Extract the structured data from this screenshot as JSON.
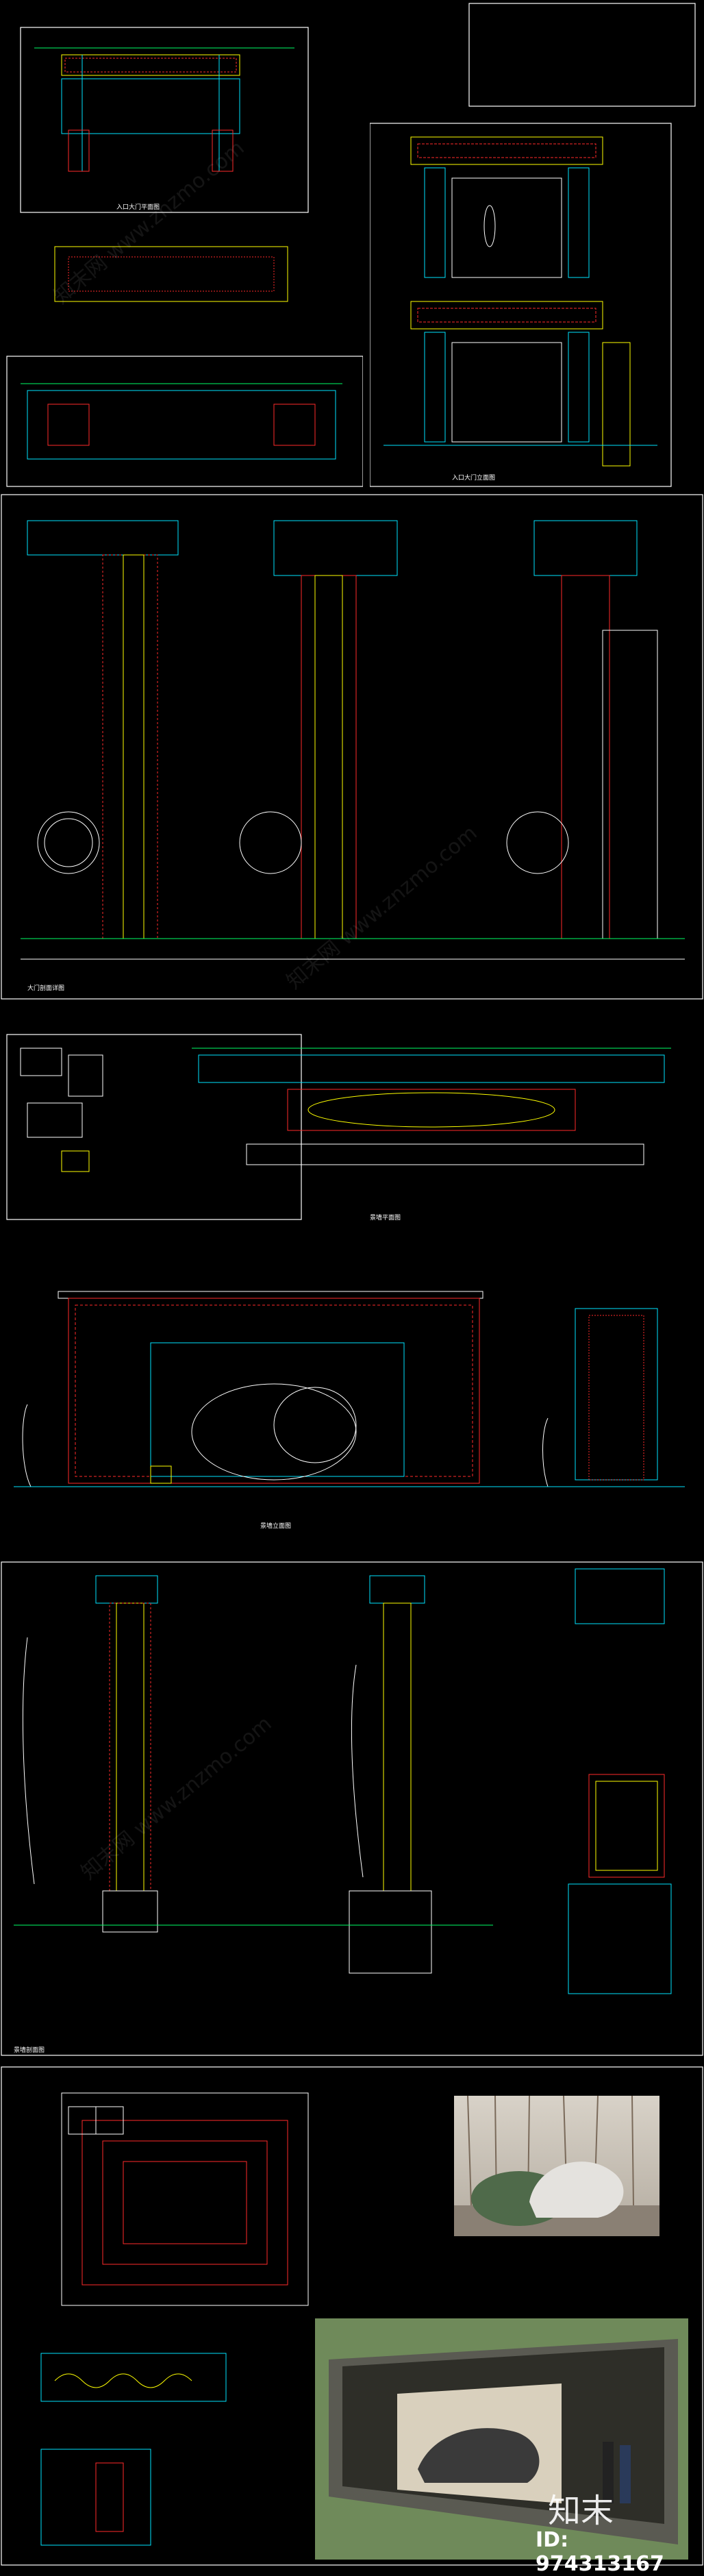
{
  "watermark": {
    "site": "知末网 www.znzmo.com",
    "brand": "知末",
    "id_label": "ID: 974313167"
  },
  "sheets": [
    {
      "key": "s1",
      "title": "入口大门平面图"
    },
    {
      "key": "s2",
      "title": "入口大门立面图"
    },
    {
      "key": "s3",
      "title": "大门剖面详图"
    },
    {
      "key": "s4",
      "title": "景墙平面图"
    },
    {
      "key": "s5",
      "title": "景墙立面图"
    },
    {
      "key": "s6",
      "title": "景墙剖面图"
    },
    {
      "key": "s7",
      "title": "景墙详图"
    }
  ]
}
